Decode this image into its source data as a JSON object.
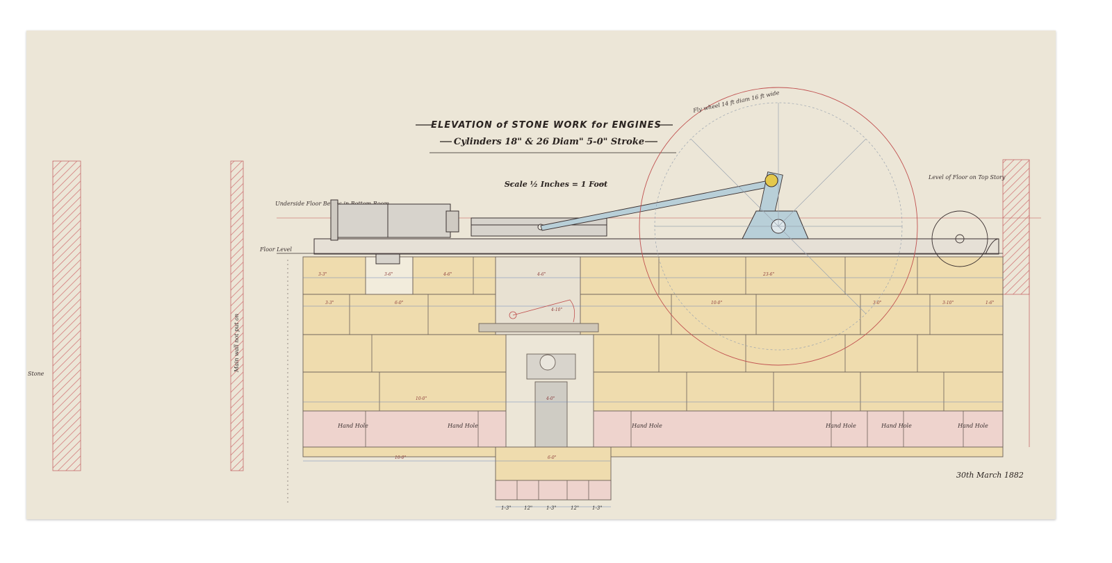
{
  "title": {
    "main": "ELEVATION of STONE WORK for ENGINES",
    "sub": "Cylinders 18\" & 26 Diam\"  5-0\" Stroke"
  },
  "scale_label": "Scale ½ Inches = 1 Foot",
  "labels": {
    "floor_level": "Floor Level",
    "underside_floor": "Underside Floor Beams in Bottom Room",
    "level_floor_top": "Level of Floor on Top Story",
    "fly_wheel": "Fly wheel 14 ft diam 16 ft wide",
    "main_wall": "Main wall not put on",
    "stone": "Stone",
    "hand_hole": "Hand Hole"
  },
  "dimensions": {
    "top_row": [
      "3-3\"",
      "3-6\"",
      "4-6\"",
      "4-6\"",
      "23-6\""
    ],
    "second_row": [
      "3-3\"",
      "6-0\"",
      "4-10\"",
      "10-0\"",
      "3-0\"",
      "3-10\"",
      "1-6\""
    ],
    "fifth_row": [
      "10-0\"",
      "4-0\""
    ],
    "base": [
      "10-0\"",
      "6-0\""
    ],
    "bottom": [
      "1-3\"",
      "12\"",
      "1-3\"",
      "12\"",
      "1-3\""
    ]
  },
  "date": "30th March 1882",
  "colors": {
    "paper": "#ece6d7",
    "stone_yellow": "#efdcae",
    "stone_pink": "#eed3cd",
    "ink": "#3a3030",
    "red_ink": "#c0504f",
    "engine_blue": "#b8cfd8"
  }
}
